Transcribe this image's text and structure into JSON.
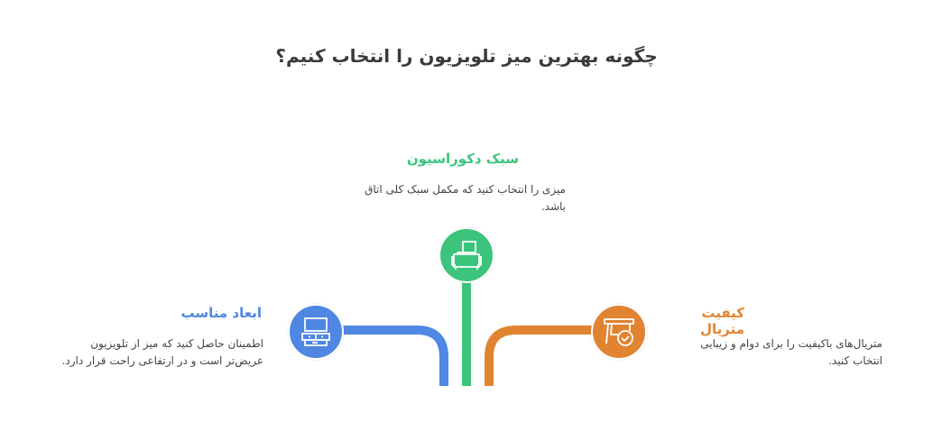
{
  "title": "چگونه بهترین میز تلویزیون را انتخاب کنیم؟",
  "colors": {
    "green": "#3cc47c",
    "blue": "#4f87e3",
    "orange": "#e08431"
  },
  "items": [
    {
      "heading": "سبک دکوراسیون",
      "desc": "میزی را انتخاب کنید که مکمل سبک کلی اتاق باشد.",
      "icon": "sofa-armchair-icon",
      "color": "green"
    },
    {
      "heading": "ابعاد مناسب",
      "desc": "اطمینان حاصل کنید که میز از تلویزیون عریض‌تر است و در ارتفاعی راحت قرار دارد.",
      "icon": "tv-stand-icon",
      "color": "blue"
    },
    {
      "heading": "کیفیت متریال",
      "desc": "متریال‌های باکیفیت را برای دوام و زیبایی انتخاب کنید.",
      "icon": "table-check-icon",
      "color": "orange"
    }
  ]
}
